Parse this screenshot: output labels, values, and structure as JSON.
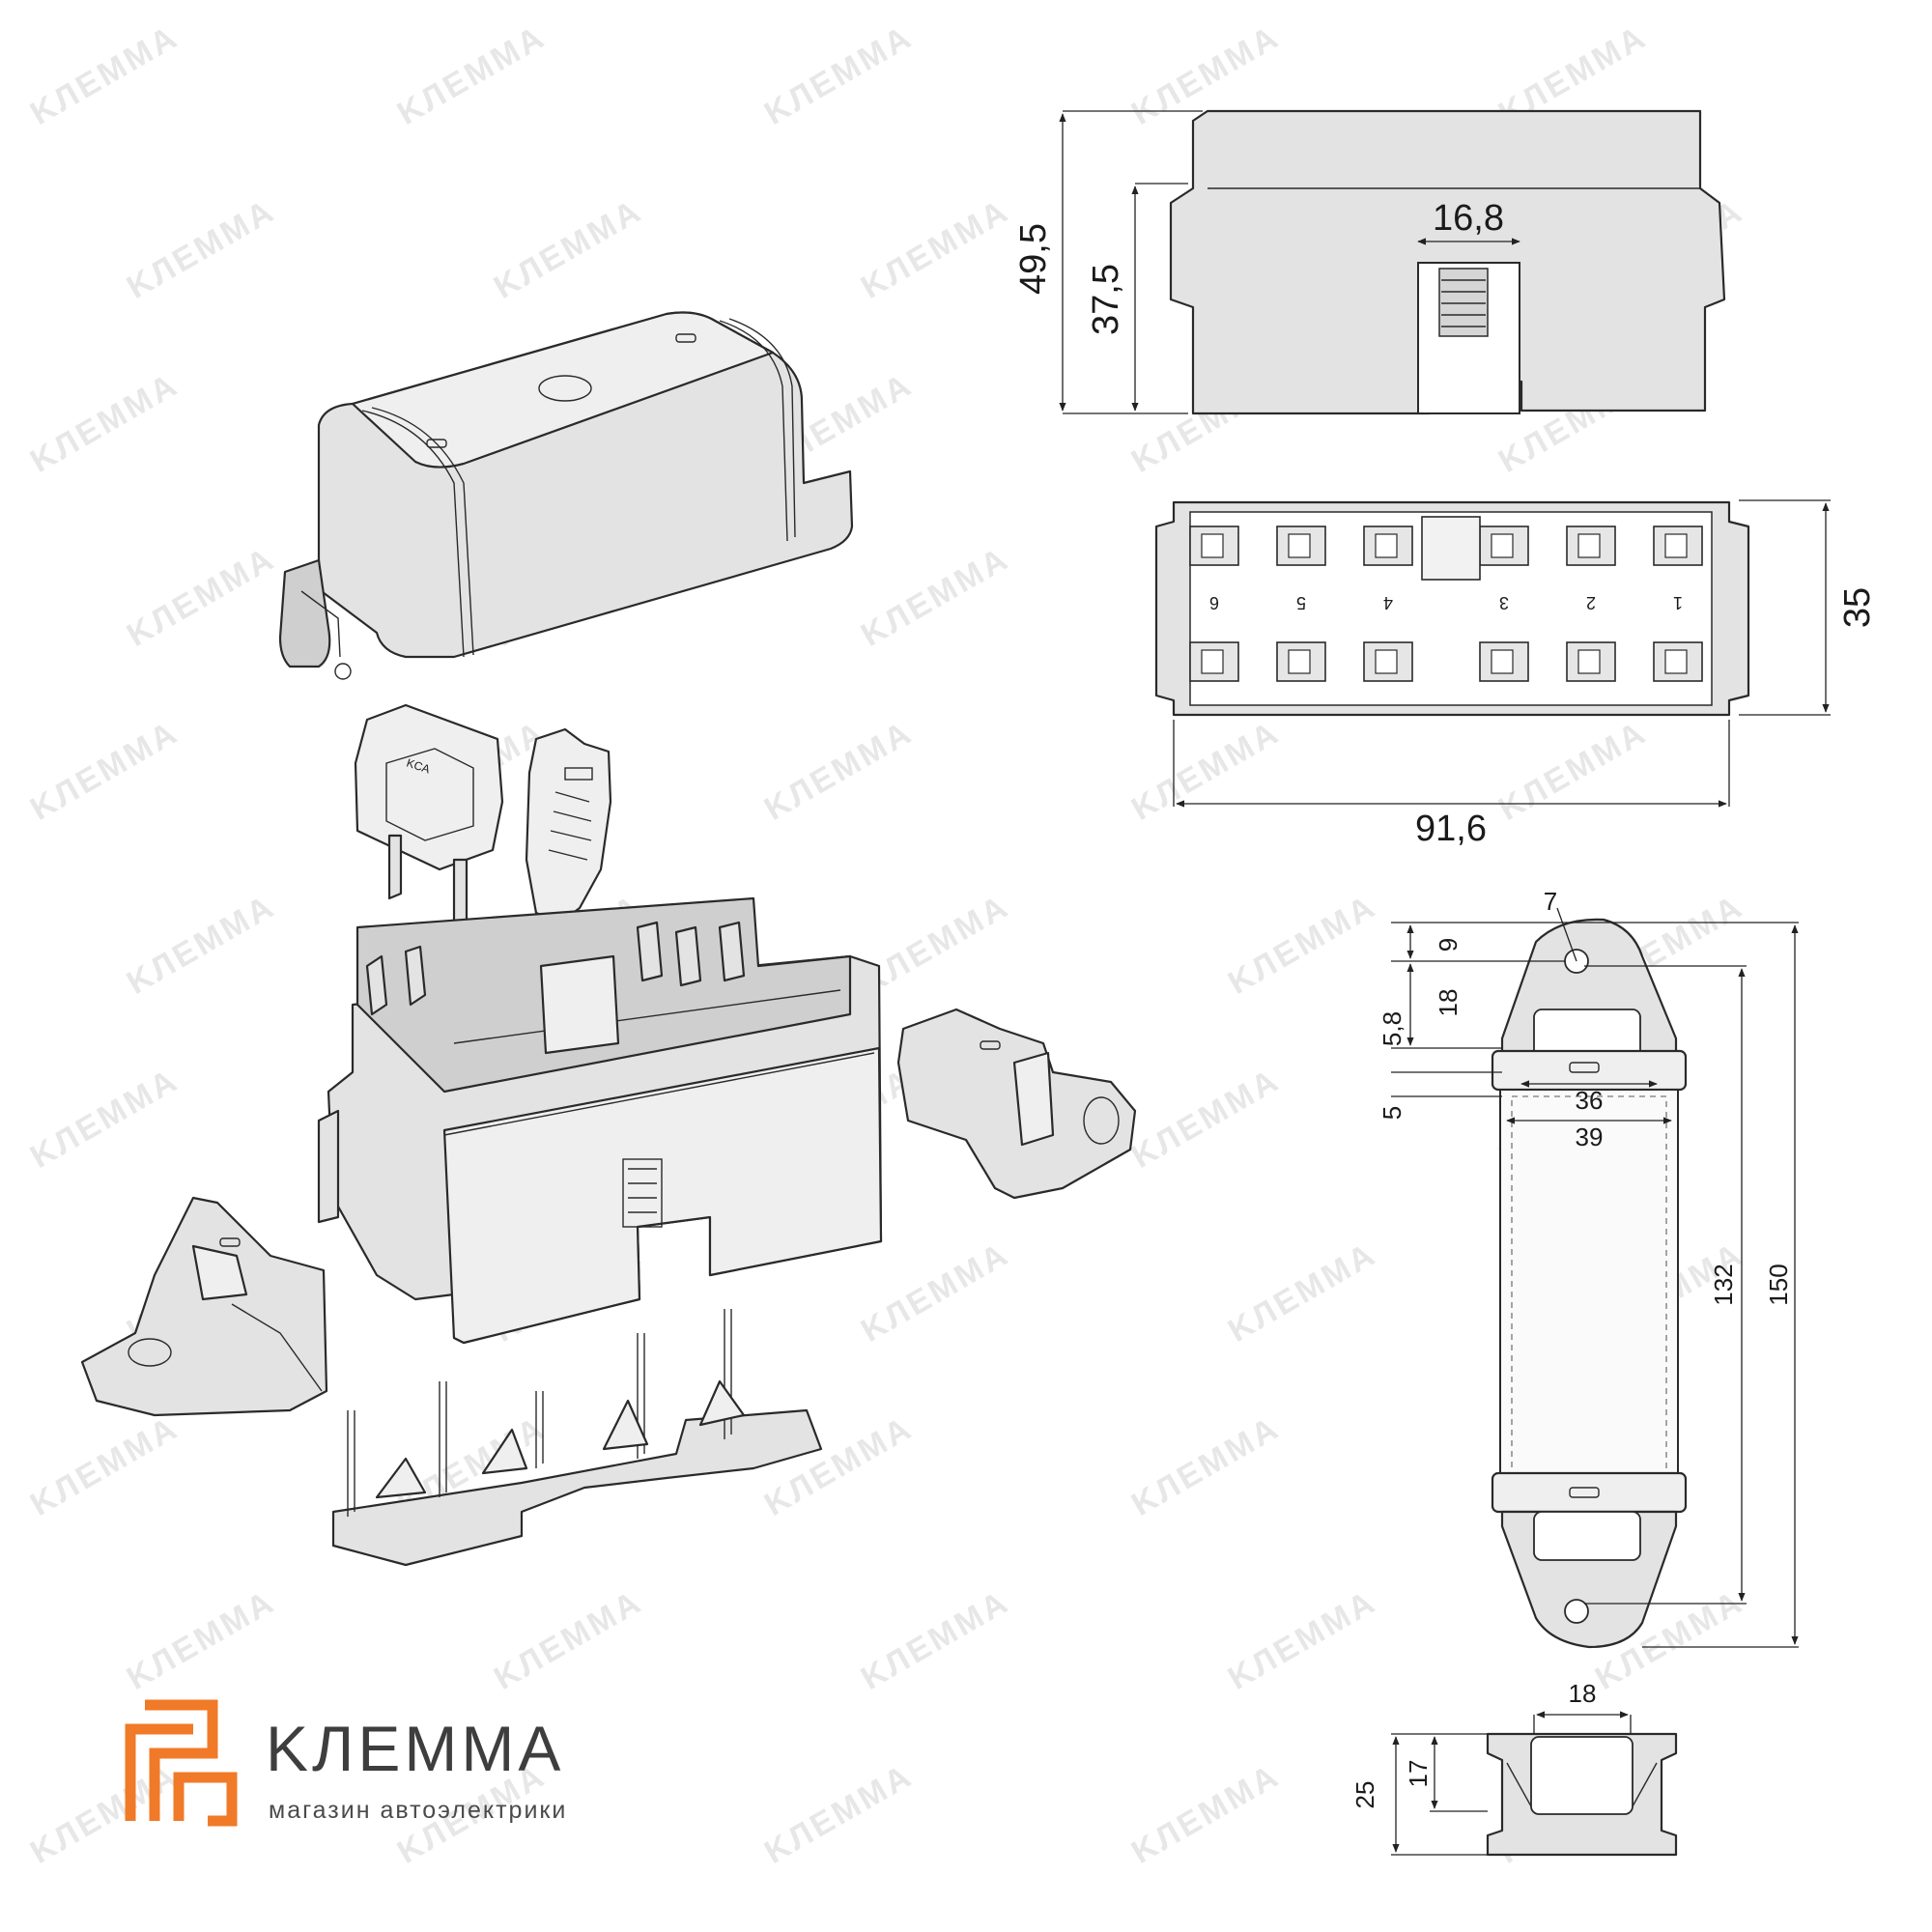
{
  "watermark": {
    "text": "KЛЕММА"
  },
  "front_view": {
    "dim_height_total": "49,5",
    "dim_height_body": "37,5",
    "dim_slot_width": "16,8"
  },
  "top_view": {
    "dim_width": "91,6",
    "dim_depth": "35",
    "slot_numbers": [
      "6",
      "5",
      "4",
      "3",
      "2",
      "1"
    ]
  },
  "bracket_view": {
    "dim_hole": "7",
    "dim_9": "9",
    "dim_18": "18",
    "dim_5_8": "5,8",
    "dim_5": "5",
    "dim_36": "36",
    "dim_39": "39",
    "dim_132": "132",
    "dim_150": "150"
  },
  "bracket_side_view": {
    "dim_18": "18",
    "dim_17": "17",
    "dim_25": "25"
  },
  "brand": {
    "name": "KЛЕММА",
    "tagline": "магазин автоэлектрики",
    "accent_color": "#f07a27",
    "text_color": "#3e3e3e"
  },
  "colors": {
    "part_fill": "#e3e3e3",
    "line": "#2a2a2a",
    "watermark": "#bdbdbd"
  }
}
